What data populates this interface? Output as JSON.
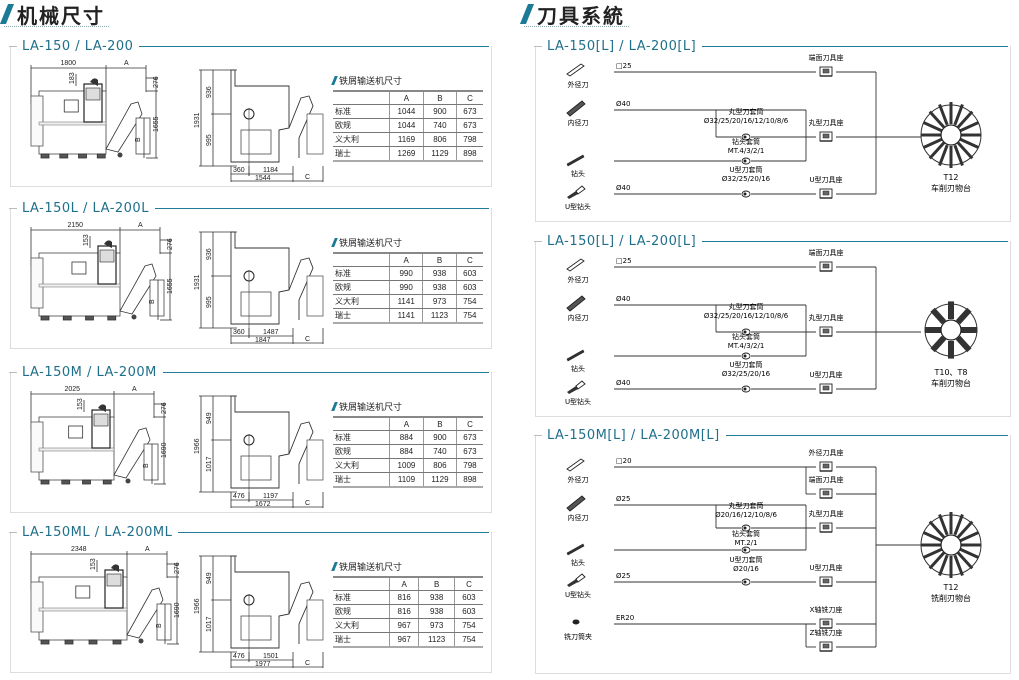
{
  "left": {
    "title": "机械尺寸",
    "conveyor_title": "铁屑输送机尺寸",
    "table_headers": [
      "",
      "A",
      "B",
      "C"
    ],
    "sections": [
      {
        "label": "LA-150 / LA-200",
        "front": {
          "width": "1800",
          "a": "A",
          "h1": "183",
          "h2": "276",
          "h3": "1655",
          "b": "B"
        },
        "side": {
          "total_h": "1931",
          "upper": "936",
          "lower": "995",
          "d1": "360",
          "d2": "1184",
          "d3": "1544",
          "c": "C"
        },
        "rows": [
          {
            "name": "标准",
            "A": "1044",
            "B": "900",
            "C": "673"
          },
          {
            "name": "欧规",
            "A": "1044",
            "B": "740",
            "C": "673"
          },
          {
            "name": "义大利",
            "A": "1169",
            "B": "806",
            "C": "798"
          },
          {
            "name": "瑞士",
            "A": "1269",
            "B": "1129",
            "C": "898"
          }
        ]
      },
      {
        "label": "LA-150L / LA-200L",
        "front": {
          "width": "2150",
          "a": "A",
          "h1": "153",
          "h2": "276",
          "h3": "1655",
          "b": "B"
        },
        "side": {
          "total_h": "1931",
          "upper": "936",
          "lower": "995",
          "d1": "360",
          "d2": "1487",
          "d3": "1847",
          "c": "C"
        },
        "rows": [
          {
            "name": "标准",
            "A": "990",
            "B": "938",
            "C": "603"
          },
          {
            "name": "欧规",
            "A": "990",
            "B": "938",
            "C": "603"
          },
          {
            "name": "义大利",
            "A": "1141",
            "B": "973",
            "C": "754"
          },
          {
            "name": "瑞士",
            "A": "1141",
            "B": "1123",
            "C": "754"
          }
        ]
      },
      {
        "label": "LA-150M / LA-200M",
        "front": {
          "width": "2025",
          "a": "A",
          "h1": "153",
          "h2": "276",
          "h3": "1690",
          "b": "B"
        },
        "side": {
          "total_h": "1966",
          "upper": "949",
          "lower": "1017",
          "d1": "476",
          "d2": "1197",
          "d3": "1672",
          "c": "C"
        },
        "rows": [
          {
            "name": "标准",
            "A": "884",
            "B": "900",
            "C": "673"
          },
          {
            "name": "欧规",
            "A": "884",
            "B": "740",
            "C": "673"
          },
          {
            "name": "义大利",
            "A": "1009",
            "B": "806",
            "C": "798"
          },
          {
            "name": "瑞士",
            "A": "1109",
            "B": "1129",
            "C": "898"
          }
        ]
      },
      {
        "label": "LA-150ML / LA-200ML",
        "front": {
          "width": "2348",
          "a": "A",
          "h1": "153",
          "h2": "276",
          "h3": "1690",
          "b": "B"
        },
        "side": {
          "total_h": "1966",
          "upper": "949",
          "lower": "1017",
          "d1": "476",
          "d2": "1501",
          "d3": "1977",
          "c": "C"
        },
        "rows": [
          {
            "name": "标准",
            "A": "816",
            "B": "938",
            "C": "603"
          },
          {
            "name": "欧规",
            "A": "816",
            "B": "938",
            "C": "603"
          },
          {
            "name": "义大利",
            "A": "967",
            "B": "973",
            "C": "754"
          },
          {
            "name": "瑞士",
            "A": "967",
            "B": "1123",
            "C": "754"
          }
        ]
      }
    ]
  },
  "right": {
    "title": "刀具系統",
    "systems": [
      {
        "label": "LA-150[L] / LA-200[L]",
        "tools": [
          "外径刀",
          "内径刀",
          "钻头",
          "U型钻头"
        ],
        "line_labels": [
          "□25",
          "Ø40",
          "",
          "Ø40"
        ],
        "sleeves": [
          {
            "name": "丸型刀套筒",
            "spec": "Ø32/25/20/16/12/10/8/6"
          },
          {
            "name": "钻头套筒",
            "spec": "MT.4/3/2/1"
          },
          {
            "name": "U型刀套筒",
            "spec": "Ø32/25/20/16"
          }
        ],
        "holders": [
          "端面刀具座",
          "丸型刀具座",
          "U型刀具座"
        ],
        "turret": {
          "model": "T12",
          "name": "车削刃物台"
        }
      },
      {
        "label": "LA-150[L] / LA-200[L]",
        "tools": [
          "外径刀",
          "内径刀",
          "钻头",
          "U型钻头"
        ],
        "line_labels": [
          "□25",
          "Ø40",
          "",
          "Ø40"
        ],
        "sleeves": [
          {
            "name": "丸型刀套筒",
            "spec": "Ø32/25/20/16/12/10/8/6"
          },
          {
            "name": "钻头套筒",
            "spec": "MT.4/3/2/1"
          },
          {
            "name": "U型刀套筒",
            "spec": "Ø32/25/20/16"
          }
        ],
        "holders": [
          "端面刀具座",
          "丸型刀具座",
          "U型刀具座"
        ],
        "turret": {
          "model": "T10、T8",
          "name": "车削刃物台"
        }
      },
      {
        "label": "LA-150M[L] / LA-200M[L]",
        "tools": [
          "外径刀",
          "内径刀",
          "钻头",
          "U型钻头",
          "铣刀筒夹"
        ],
        "line_labels": [
          "□20",
          "Ø25",
          "",
          "Ø25",
          "ER20"
        ],
        "sleeves": [
          {
            "name": "丸型刀套筒",
            "spec": "Ø20/16/12/10/8/6"
          },
          {
            "name": "钻头套筒",
            "spec": "MT.2/1"
          },
          {
            "name": "U型刀套筒",
            "spec": "Ø20/16"
          }
        ],
        "holders": [
          "外径刀具座",
          "端面刀具座",
          "丸型刀具座",
          "U型刀具座",
          "X轴铣刀座",
          "Z轴铣刀座"
        ],
        "turret": {
          "model": "T12",
          "name": "铣削刃物台"
        }
      }
    ]
  }
}
